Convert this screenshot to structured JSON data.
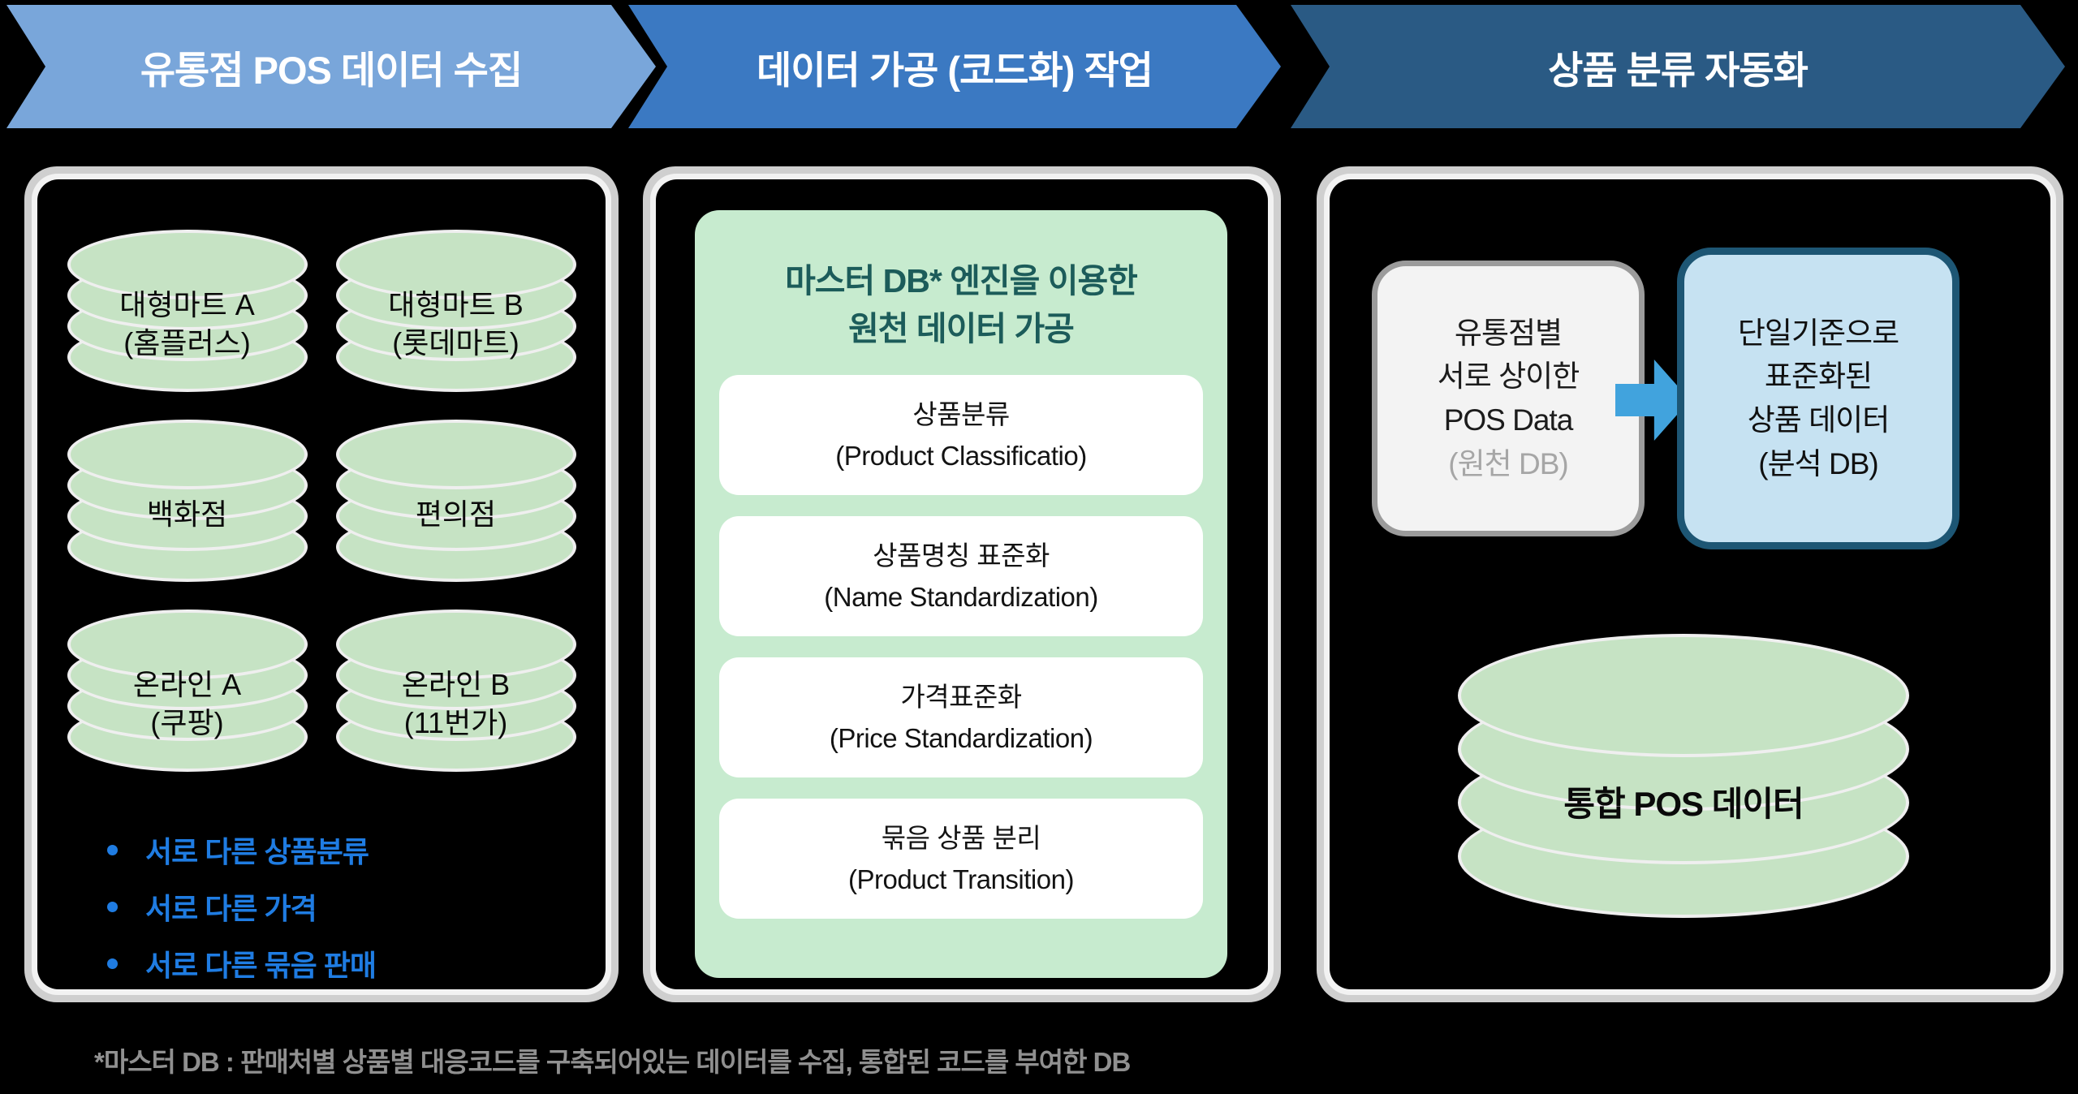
{
  "header": {
    "steps": [
      {
        "label": "유통점 POS 데이터 수집",
        "color": "#79a6da"
      },
      {
        "label": "데이터 가공 (코드화) 작업",
        "color": "#3b79c2"
      },
      {
        "label": "상품 분류 자동화",
        "color": "#2a5a84"
      }
    ]
  },
  "panel1": {
    "databases": [
      {
        "line1": "대형마트 A",
        "line2": "(홈플러스)"
      },
      {
        "line1": "대형마트 B",
        "line2": "(롯데마트)"
      },
      {
        "line1": "백화점",
        "line2": ""
      },
      {
        "line1": "편의점",
        "line2": ""
      },
      {
        "line1": "온라인 A",
        "line2": "(쿠팡)"
      },
      {
        "line1": "온라인 B",
        "line2": "(11번가)"
      }
    ],
    "bullets": [
      "서로 다른 상품분류",
      "서로 다른 가격",
      "서로 다른 묶음 판매"
    ]
  },
  "panel2": {
    "title_line1": "마스터 DB* 엔진을 이용한",
    "title_line2": "원천 데이터 가공",
    "steps": [
      {
        "kr": "상품분류",
        "en": "(Product Classificatio)"
      },
      {
        "kr": "상품명칭 표준화",
        "en": "(Name Standardization)"
      },
      {
        "kr": "가격표준화",
        "en": "(Price Standardization)"
      },
      {
        "kr": "묶음 상품 분리",
        "en": "(Product Transition)"
      }
    ]
  },
  "panel3": {
    "source_box": {
      "line1": "유통점별",
      "line2": "서로 상이한",
      "line3": "POS Data",
      "sub": "(원천 DB)"
    },
    "result_box": {
      "line1": "단일기준으로",
      "line2": "표준화된",
      "line3": "상품 데이터",
      "line4": "(분석 DB)"
    },
    "db_label": "통합 POS 데이터"
  },
  "footnote": "*마스터 DB : 판매처별 상품별 대응코드를 구축되어있는 데이터를 수집, 통합된 코드를 부여한 DB",
  "colors": {
    "background": "#000000",
    "banner_step1": "#79a6da",
    "banner_step2": "#3b79c2",
    "banner_step3": "#2a5a84",
    "cylinder_green": "#c6e3c4",
    "process_panel_green": "#c7ebcf",
    "process_title_teal": "#1c5c5a",
    "bullet_blue": "#1f7ce2",
    "arrow_blue": "#41a3dd",
    "analysis_box_blue": "#c6e2f2",
    "analysis_box_border": "#1d5674",
    "source_box_border": "#9b9b9b",
    "footnote_gray": "#909090"
  }
}
